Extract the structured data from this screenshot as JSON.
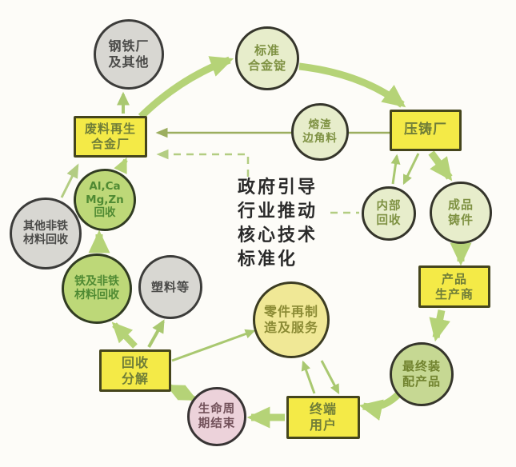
{
  "diagram": {
    "center_text": "政府引导\n行业推动\n核心技术\n标准化",
    "nodes": [
      {
        "id": "steel-plant",
        "label": "钢铁厂\n及其他",
        "shape": "circle",
        "category": "gray"
      },
      {
        "id": "standard-alloy-ingot",
        "label": "标准\n合金锭",
        "shape": "circle",
        "category": "pale-green"
      },
      {
        "id": "scrap-recycled-alloy-plant",
        "label": "废料再生\n合金厂",
        "shape": "rect",
        "category": "yellow"
      },
      {
        "id": "slag-and-edge-scrap",
        "label": "熔渣\n边角料",
        "shape": "circle",
        "category": "pale-green"
      },
      {
        "id": "die-casting-plant",
        "label": "压铸厂",
        "shape": "rect",
        "category": "yellow"
      },
      {
        "id": "al-ca-mg-zn-recycling",
        "label": "Al,Ca\nMg,Zn\n回收",
        "shape": "circle",
        "category": "bright-green"
      },
      {
        "id": "other-nonferrous-material-recycling",
        "label": "其他非铁\n材料回收",
        "shape": "circle",
        "category": "gray"
      },
      {
        "id": "internal-recycling",
        "label": "内部\n回收",
        "shape": "circle",
        "category": "pale-green"
      },
      {
        "id": "finished-castings",
        "label": "成品\n铸件",
        "shape": "circle",
        "category": "pale-green"
      },
      {
        "id": "ferrous-and-nonferrous-material-recycling",
        "label": "铁及非铁\n材料回收",
        "shape": "circle",
        "category": "bright-green"
      },
      {
        "id": "plastics-etc",
        "label": "塑料等",
        "shape": "circle",
        "category": "gray"
      },
      {
        "id": "product-manufacturer",
        "label": "产品\n生产商",
        "shape": "rect",
        "category": "yellow"
      },
      {
        "id": "parts-remanufacturing-and-service",
        "label": "零件再制\n造及服务",
        "shape": "circle",
        "category": "pale-yellow"
      },
      {
        "id": "final-assembled-product",
        "label": "最终装\n配产品",
        "shape": "circle",
        "category": "medium-green"
      },
      {
        "id": "recycling-decomposition",
        "label": "回收\n分解",
        "shape": "rect",
        "category": "yellow"
      },
      {
        "id": "end-of-life",
        "label": "生命周\n期结束",
        "shape": "circle",
        "category": "pink"
      },
      {
        "id": "end-user",
        "label": "终端\n用户",
        "shape": "rect",
        "category": "yellow"
      }
    ],
    "edges": [
      {
        "from": "scrap-recycled-alloy-plant",
        "to": "steel-plant",
        "style": "thin"
      },
      {
        "from": "scrap-recycled-alloy-plant",
        "to": "standard-alloy-ingot",
        "style": "thick-curved"
      },
      {
        "from": "standard-alloy-ingot",
        "to": "die-casting-plant",
        "style": "thick-curved"
      },
      {
        "from": "die-casting-plant",
        "to": "finished-castings",
        "style": "thick"
      },
      {
        "from": "finished-castings",
        "to": "product-manufacturer",
        "style": "thick"
      },
      {
        "from": "product-manufacturer",
        "to": "final-assembled-product",
        "style": "thick"
      },
      {
        "from": "final-assembled-product",
        "to": "end-user",
        "style": "thick-curved"
      },
      {
        "from": "end-user",
        "to": "end-of-life",
        "style": "thick"
      },
      {
        "from": "end-of-life",
        "to": "recycling-decomposition",
        "style": "thick",
        "bidirectional": true
      },
      {
        "from": "recycling-decomposition",
        "to": "ferrous-and-nonferrous-material-recycling",
        "style": "thick"
      },
      {
        "from": "recycling-decomposition",
        "to": "plastics-etc",
        "style": "thin"
      },
      {
        "from": "recycling-decomposition",
        "to": "parts-remanufacturing-and-service",
        "style": "thin"
      },
      {
        "from": "ferrous-and-nonferrous-material-recycling",
        "to": "al-ca-mg-zn-recycling",
        "style": "thick"
      },
      {
        "from": "al-ca-mg-zn-recycling",
        "to": "scrap-recycled-alloy-plant",
        "style": "medium"
      },
      {
        "from": "other-nonferrous-material-recycling",
        "to": "scrap-recycled-alloy-plant",
        "style": "thin"
      },
      {
        "from": "die-casting-plant",
        "to": "scrap-recycled-alloy-plant",
        "style": "line-through-slag"
      },
      {
        "from": "internal-recycling",
        "to": "die-casting-plant",
        "style": "thin"
      },
      {
        "from": "die-casting-plant",
        "to": "internal-recycling",
        "style": "thin"
      },
      {
        "from": "end-user",
        "to": "parts-remanufacturing-and-service",
        "style": "thin"
      },
      {
        "from": "parts-remanufacturing-and-service",
        "to": "end-user",
        "style": "thin"
      },
      {
        "from": "center-text",
        "to": "scrap-recycled-alloy-plant",
        "style": "dashed"
      },
      {
        "from": "center-text",
        "to": "internal-recycling",
        "style": "dashed"
      }
    ],
    "colors": {
      "background": "#fdfcf8",
      "node_yellow": "#f4ea47",
      "node_pale_green": "#e7edcb",
      "node_bright_green": "#bdd878",
      "node_medium_green": "#c6d893",
      "node_pale_yellow": "#f0e896",
      "node_gray": "#d8d7d2",
      "node_pink": "#ecd2da",
      "arrow_thick": "#b5d377",
      "arrow_thin": "#a9c870",
      "arrow_olive_line": "#9cae5f",
      "arrow_dashed": "#b3cd82",
      "center_text": "#2a2a2a"
    }
  }
}
